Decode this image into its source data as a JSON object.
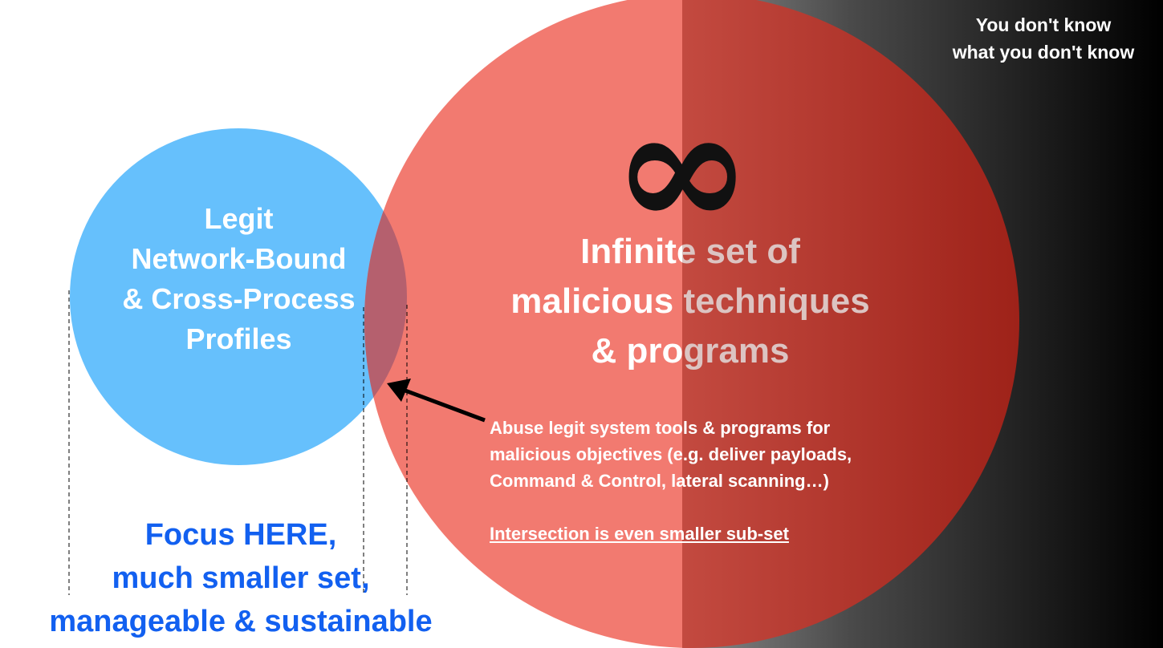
{
  "corner_label": [
    "You don't know",
    "what you don't know"
  ],
  "legit_circle": {
    "lines": [
      "Legit",
      "Network-Bound",
      "& Cross-Process",
      "Profiles"
    ]
  },
  "malicious_circle": {
    "symbol": "∞",
    "lines": [
      "Infinite set of",
      "malicious techniques",
      "& programs"
    ]
  },
  "annotation": {
    "lines": [
      "Abuse legit system tools & programs for",
      "malicious objectives (e.g. deliver payloads,",
      "Command & Control, lateral scanning…)"
    ],
    "underlined": "Intersection is even smaller sub-set"
  },
  "focus": {
    "lines": [
      "Focus HERE,",
      "much smaller set,",
      "manageable & sustainable"
    ]
  },
  "colors": {
    "blue": "#66c0fc",
    "red": "#f27a70",
    "red_dark": "#a4251c",
    "intersection": "#b5606e",
    "focus_text": "#1260f0"
  }
}
